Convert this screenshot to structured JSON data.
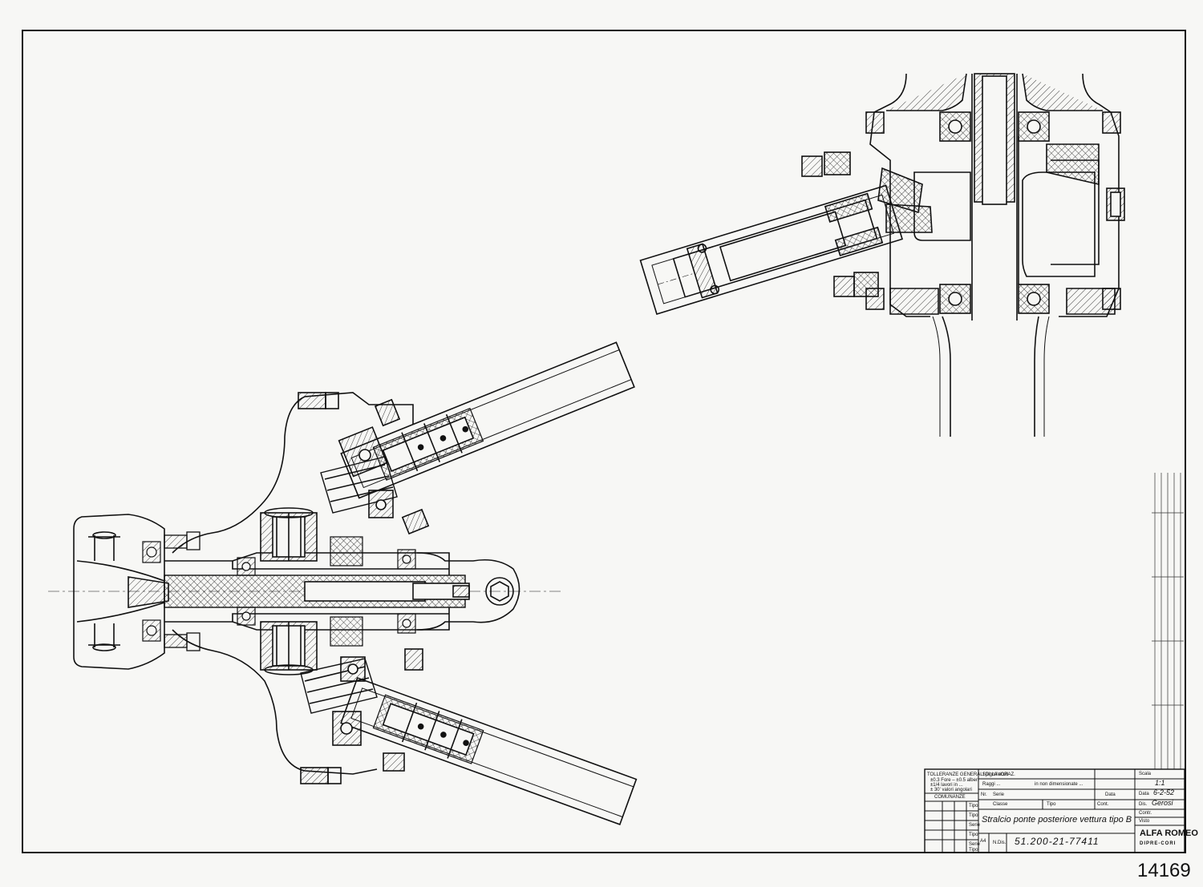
{
  "title_block": {
    "general_tolerances": "TOLLERANZE GENERALI DI LAVORAZ.",
    "tol_line1": "±0.3 Fore – ±0.5 alberi",
    "tol_line2": "±1/4 lavori in ...",
    "tol_line3": "± 30' valori angolari",
    "spigoli": "Spigoli acuti",
    "raggi": "Raggi ...",
    "non_dimensional": "in non dimensionate ...",
    "comunanze": "COMUNANZE",
    "row_tipo": "Tipo",
    "row_n": "Nr.",
    "row_serie": "Serie",
    "row_classe": "Classe",
    "row_tipo2": "Tipo",
    "row_data": "Data",
    "row_cont": "Cont.",
    "drawing_title": "Stralcio ponte posteriore vettura tipo B",
    "format": "A4",
    "number_prefix": "N.Dis.",
    "drawing_number": "51.200-21-77411",
    "label_scala": "Scala",
    "value_scala": "1:1",
    "label_data": "Data",
    "value_data": "6-2-52",
    "label_dis": "Dis.",
    "value_dis": "Gerosi",
    "label_contr": "Contr.",
    "label_visto": "Visto",
    "brand": "ALFA ROMEO",
    "brand_sub": "DIPRE-CORI",
    "margin_codes": [
      "Tipo",
      "Serie",
      "Tipo",
      "Serie",
      "Tipo"
    ]
  },
  "archive_number": "14169"
}
